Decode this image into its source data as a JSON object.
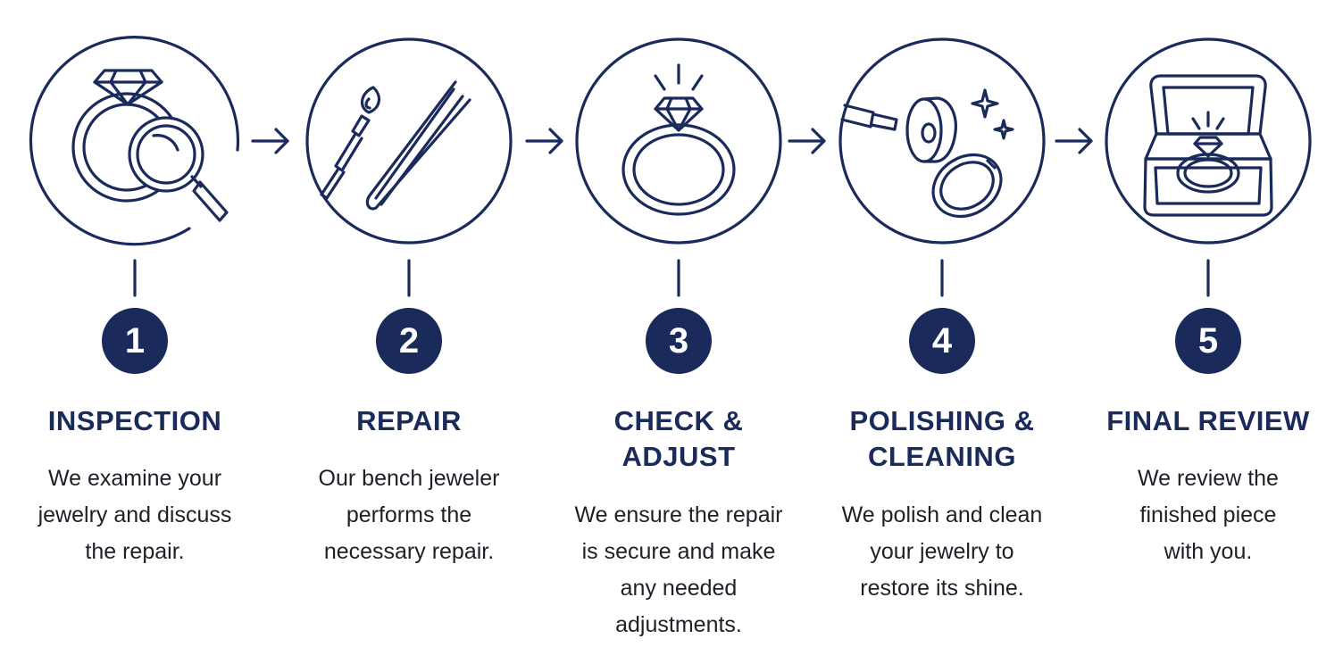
{
  "steps": [
    {
      "number": "1",
      "title": [
        "INSPECTION"
      ],
      "description": [
        "We examine your",
        "jewelry and discuss",
        "the repair."
      ],
      "icon": "ring-magnifier-icon"
    },
    {
      "number": "2",
      "title": [
        "REPAIR"
      ],
      "description": [
        "Our bench jeweler",
        "performs the",
        "necessary repair."
      ],
      "icon": "torch-tweezers-icon"
    },
    {
      "number": "3",
      "title": [
        "CHECK &",
        "ADJUST"
      ],
      "description": [
        "We ensure the repair",
        "is secure and make",
        "any needed",
        "adjustments."
      ],
      "icon": "diamond-ring-icon"
    },
    {
      "number": "4",
      "title": [
        "POLISHING &",
        "CLEANING"
      ],
      "description": [
        "We polish and clean",
        "your jewelry to",
        "restore its shine."
      ],
      "icon": "polishing-wheel-icon"
    },
    {
      "number": "5",
      "title": [
        "FINAL REVIEW"
      ],
      "description": [
        "We review the",
        "finished piece",
        "with you."
      ],
      "icon": "ring-box-icon"
    }
  ],
  "colors": {
    "navy": "#1a2a5a",
    "text": "#1f1f28",
    "background": "#ffffff"
  },
  "connector_icon": "arrow-right-icon"
}
